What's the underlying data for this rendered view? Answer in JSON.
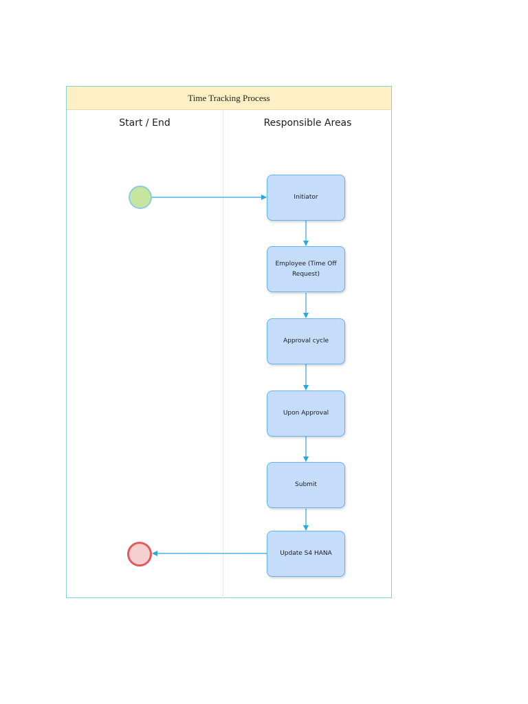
{
  "diagram": {
    "title": "Time Tracking Process",
    "lanes": [
      {
        "header": "Start / End"
      },
      {
        "header": "Responsible Areas"
      }
    ],
    "nodes": [
      {
        "label": "Initiator"
      },
      {
        "label": "Employee (Time Off Request)"
      },
      {
        "label": "Approval cycle"
      },
      {
        "label": "Upon Approval"
      },
      {
        "label": "Submit"
      },
      {
        "label": "Update S4 HANA"
      }
    ],
    "start_event": {
      "type": "start",
      "color": "#c6e6a0"
    },
    "end_event": {
      "type": "end",
      "color": "#f6cfd0"
    },
    "connector_color": "#29a8e0"
  }
}
